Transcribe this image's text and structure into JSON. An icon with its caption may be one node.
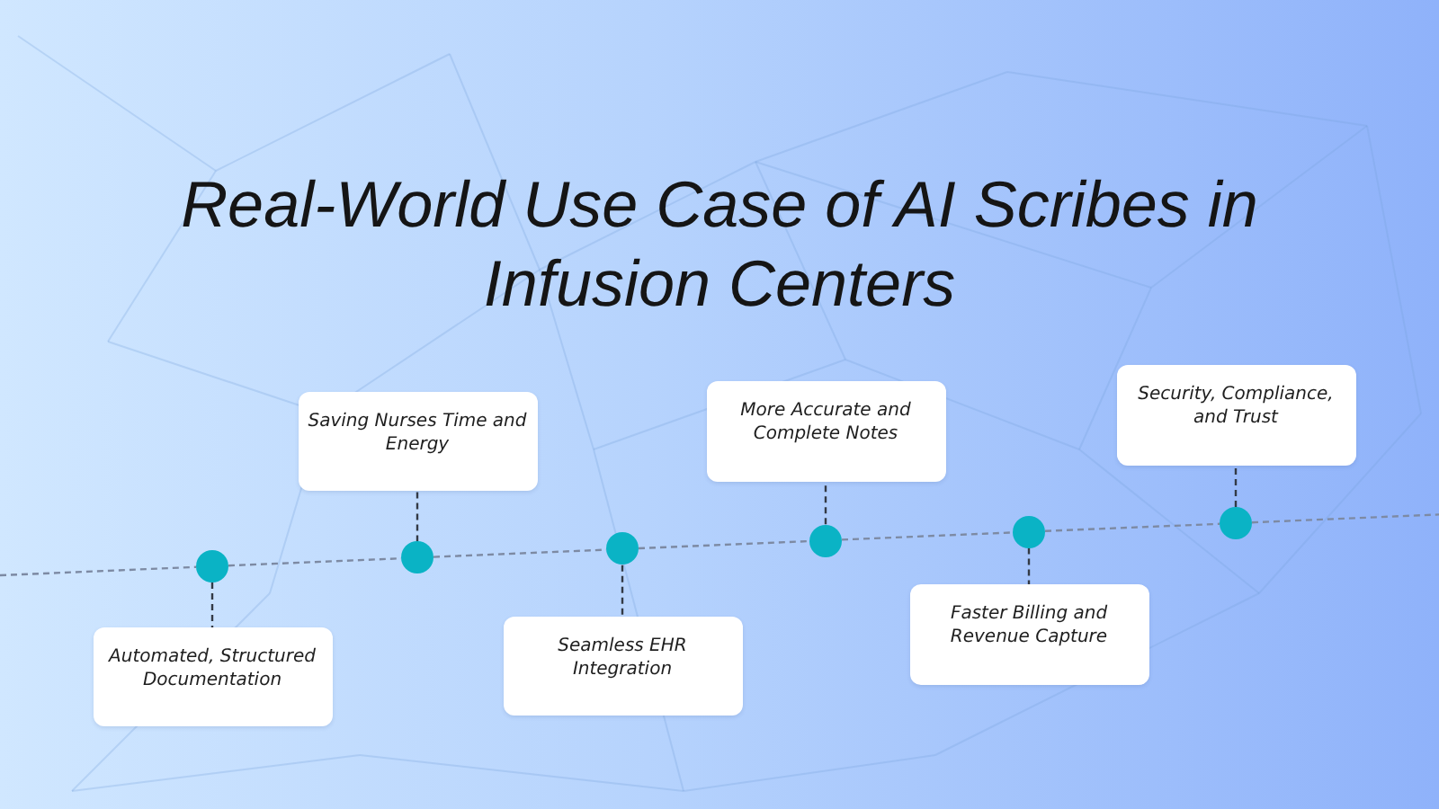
{
  "diagram": {
    "title": "Real-World Use Case of AI Scribes in Infusion Centers",
    "nodes": [
      {
        "text": [
          "Automated, Structured Documentation"
        ]
      },
      {
        "text": [
          "Saving Nurses Time and Energy"
        ]
      },
      {
        "text": [
          "Seamless EHR Integration"
        ]
      },
      {
        "text": [
          "More Accurate and Complete Notes"
        ]
      },
      {
        "text": [
          "Faster Billing and Revenue Capture"
        ]
      },
      {
        "text": [
          "Security, Compliance, and Trust"
        ]
      },
      {
        "text": [],
        "shape": "circle"
      },
      {
        "text": [],
        "shape": "circle"
      },
      {
        "text": [],
        "shape": "circle"
      },
      {
        "text": [],
        "shape": "circle"
      },
      {
        "text": [],
        "shape": "circle"
      },
      {
        "text": [],
        "shape": "circle"
      }
    ],
    "edges": [
      {
        "from": 6,
        "to": 0,
        "arrow": "none",
        "style": "dashed",
        "color": "#333a45"
      },
      {
        "from": 7,
        "to": 1,
        "arrow": "none",
        "style": "dashed",
        "color": "#333a45"
      },
      {
        "from": 8,
        "to": 2,
        "arrow": "none",
        "style": "dashed",
        "color": "#333a45"
      },
      {
        "from": 9,
        "to": 3,
        "arrow": "none",
        "style": "dashed",
        "color": "#333a45"
      },
      {
        "from": 10,
        "to": 4,
        "arrow": "none",
        "style": "dashed",
        "color": "#333a45"
      },
      {
        "from": 11,
        "to": 5,
        "arrow": "none",
        "style": "dashed",
        "color": "#333a45"
      },
      {
        "from": null,
        "to": 6,
        "arrow": "none",
        "style": "dashed"
      },
      {
        "from": 6,
        "to": 7,
        "arrow": "none",
        "style": "dashed"
      },
      {
        "from": 7,
        "to": 8,
        "arrow": "none",
        "style": "dashed"
      },
      {
        "from": 8,
        "to": 9,
        "arrow": "none",
        "style": "dashed"
      },
      {
        "from": 9,
        "to": 10,
        "arrow": "none",
        "style": "dashed"
      },
      {
        "from": 10,
        "to": 11,
        "arrow": "none",
        "style": "dashed"
      },
      {
        "from": 11,
        "to": null,
        "arrow": "none",
        "style": "dashed"
      }
    ]
  }
}
